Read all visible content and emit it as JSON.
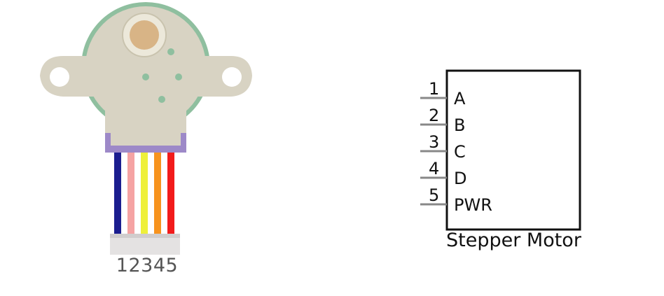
{
  "component": {
    "pin_numbers_caption": "12345",
    "wire_colors": [
      "#1b1d8f",
      "#f5a3a3",
      "#eef03a",
      "#f7931e",
      "#f21b1b"
    ],
    "body_color": "#d6d2c2",
    "housing_color": "#8fbf9f",
    "connector_color": "#9b86c8"
  },
  "schematic": {
    "caption": "Stepper Motor",
    "pins": [
      {
        "number": "1",
        "label": "A"
      },
      {
        "number": "2",
        "label": "B"
      },
      {
        "number": "3",
        "label": "C"
      },
      {
        "number": "4",
        "label": "D"
      },
      {
        "number": "5",
        "label": "PWR"
      }
    ]
  }
}
